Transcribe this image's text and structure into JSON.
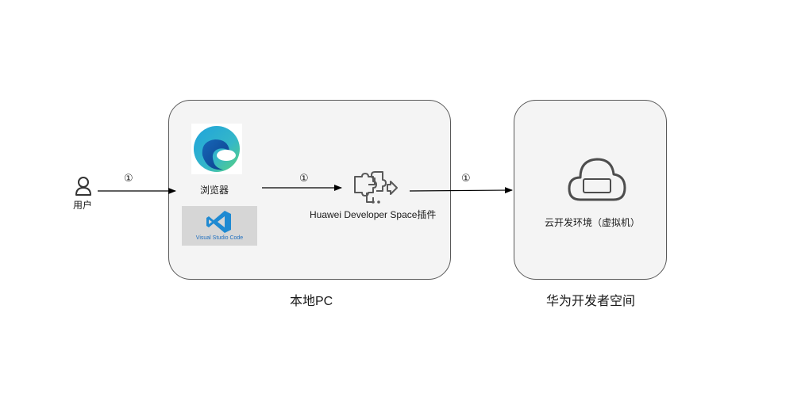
{
  "nodes": {
    "user": {
      "label": "用户",
      "icon": "user-icon"
    },
    "browser": {
      "label": "浏览器",
      "icon": "edge-browser-logo"
    },
    "vscode": {
      "label": "Visual Studio Code",
      "icon": "vscode-logo"
    },
    "plugin": {
      "label": "Huawei Developer Space插件",
      "icon": "puzzle-plugin-icon"
    },
    "cloud": {
      "label": "云开发环境（虚拟机）",
      "icon": "cloud-vm-icon"
    }
  },
  "groups": {
    "local_pc": {
      "label": "本地PC"
    },
    "huawei_space": {
      "label": "华为开发者空间"
    }
  },
  "edges": [
    {
      "from": "user",
      "to": "browser",
      "label": "①"
    },
    {
      "from": "browser",
      "to": "plugin",
      "label": "①"
    },
    {
      "from": "plugin",
      "to": "cloud",
      "label": "①"
    }
  ],
  "colors": {
    "box_fill": "#f4f4f4",
    "box_border": "#595959",
    "arrow": "#000000",
    "icon_gray": "#595959"
  }
}
